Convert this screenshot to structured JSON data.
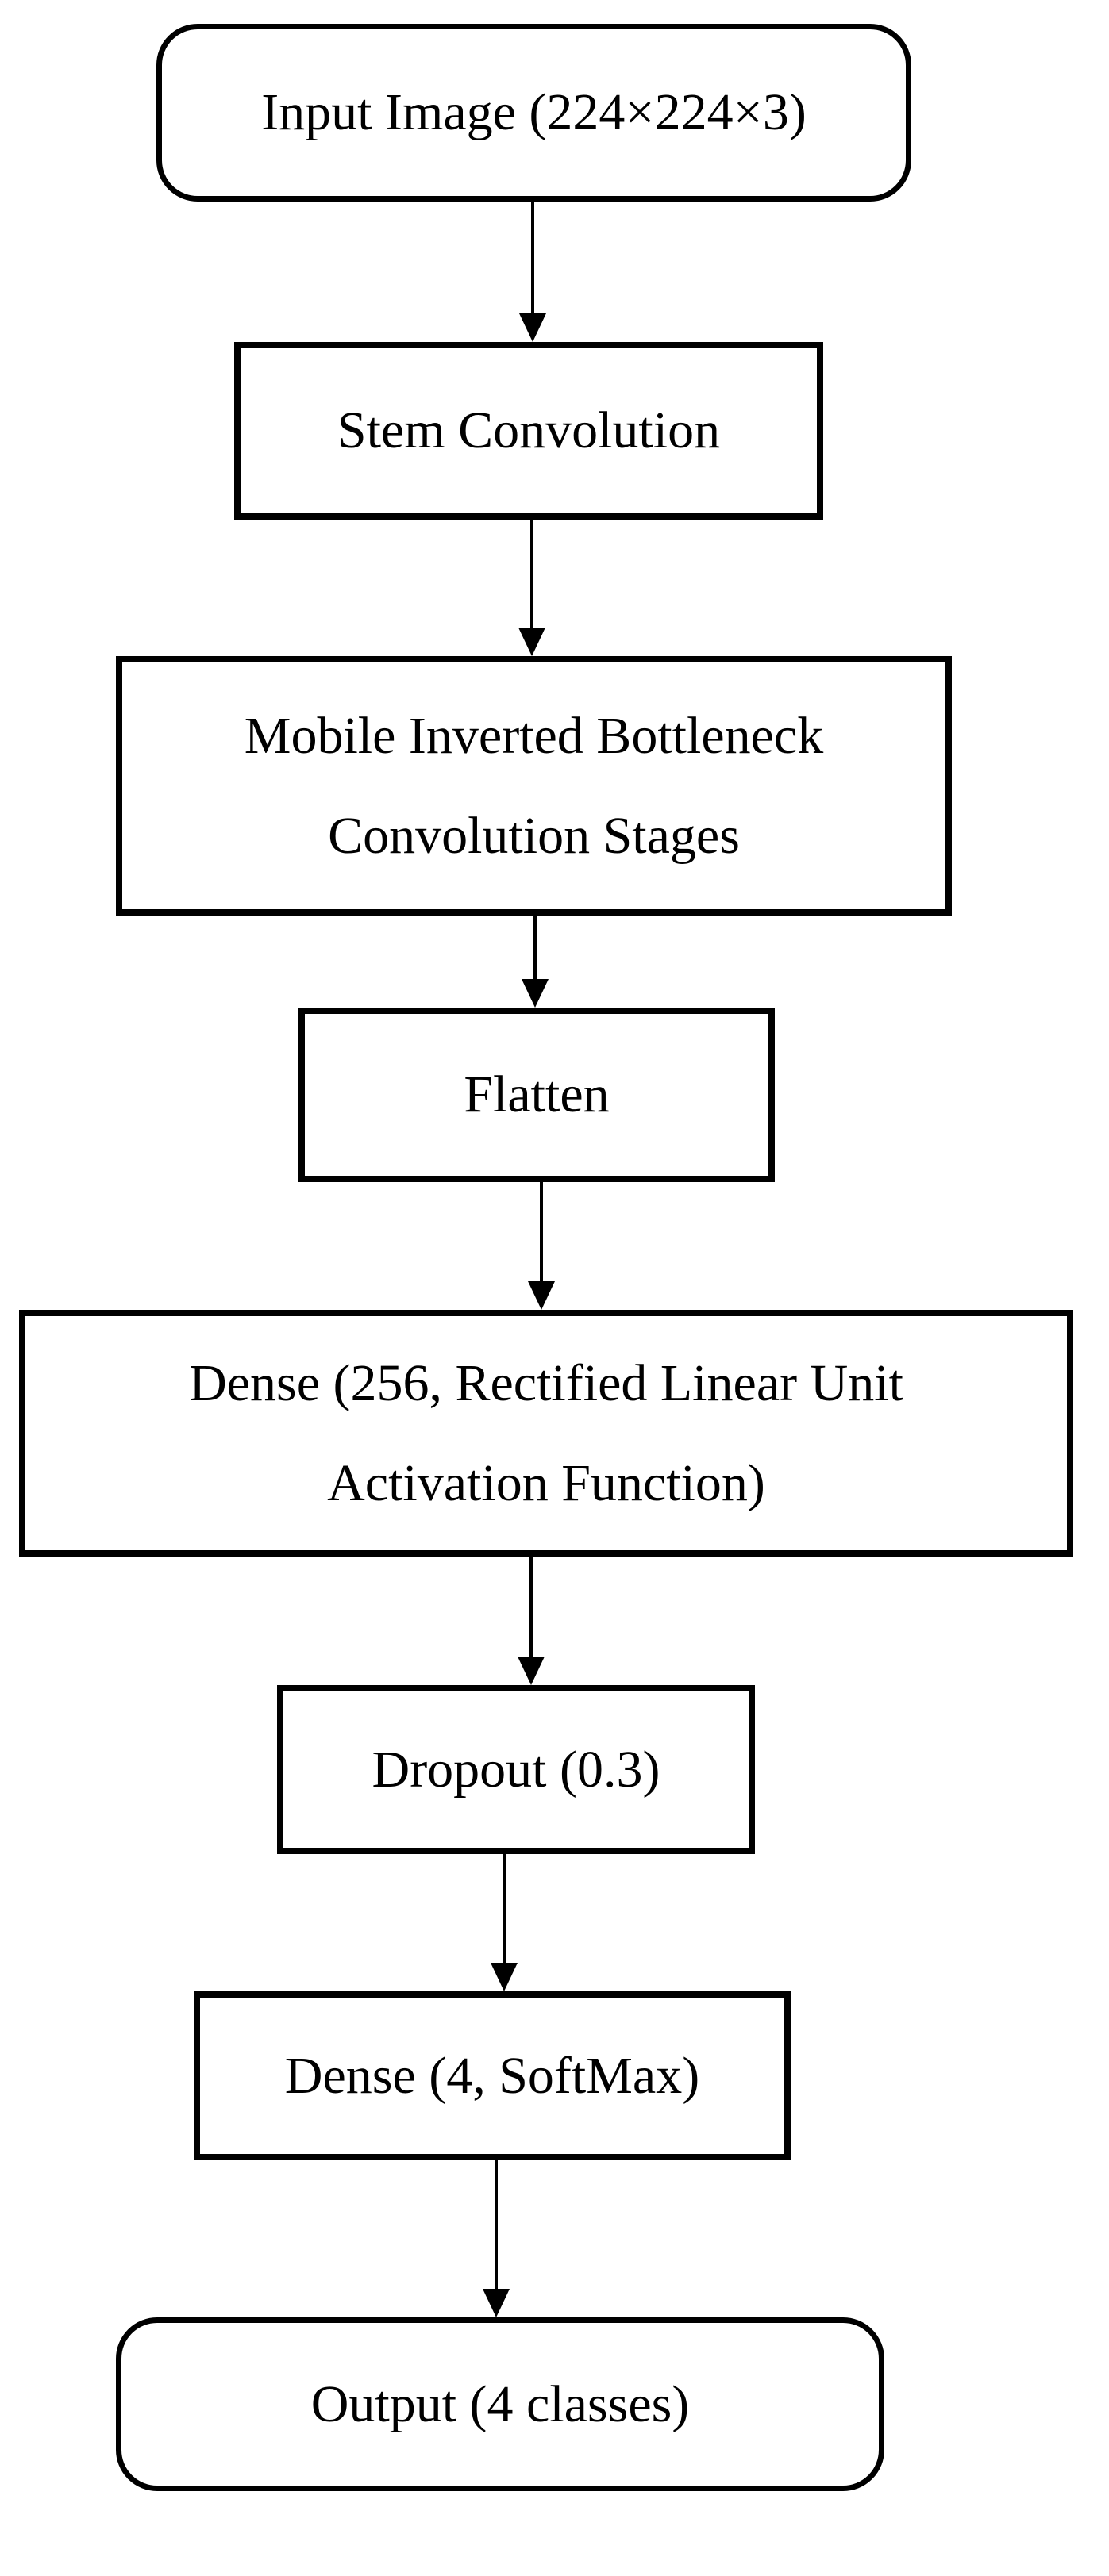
{
  "diagram": {
    "type": "flowchart",
    "direction": "top-down",
    "colors": {
      "background": "#ffffff",
      "node_fill": "#ffffff",
      "node_border": "#000000",
      "text": "#000000",
      "arrow": "#000000"
    },
    "nodes": [
      {
        "id": "input",
        "shape": "rounded",
        "label": "Input Image (224×224×3)"
      },
      {
        "id": "stem",
        "shape": "rect",
        "label": "Stem Convolution"
      },
      {
        "id": "mbconv",
        "shape": "rect",
        "label": "Mobile Inverted Bottleneck\nConvolution Stages"
      },
      {
        "id": "flatten",
        "shape": "rect",
        "label": "Flatten"
      },
      {
        "id": "dense256",
        "shape": "rect",
        "label": "Dense (256, Rectified Linear Unit\nActivation Function)"
      },
      {
        "id": "dropout",
        "shape": "rect",
        "label": "Dropout (0.3)"
      },
      {
        "id": "dense4",
        "shape": "rect",
        "label": "Dense (4, SoftMax)"
      },
      {
        "id": "output",
        "shape": "rounded",
        "label": "Output (4 classes)"
      }
    ],
    "edges": [
      {
        "from": "input",
        "to": "stem"
      },
      {
        "from": "stem",
        "to": "mbconv"
      },
      {
        "from": "mbconv",
        "to": "flatten"
      },
      {
        "from": "flatten",
        "to": "dense256"
      },
      {
        "from": "dense256",
        "to": "dropout"
      },
      {
        "from": "dropout",
        "to": "dense4"
      },
      {
        "from": "dense4",
        "to": "output"
      }
    ]
  }
}
